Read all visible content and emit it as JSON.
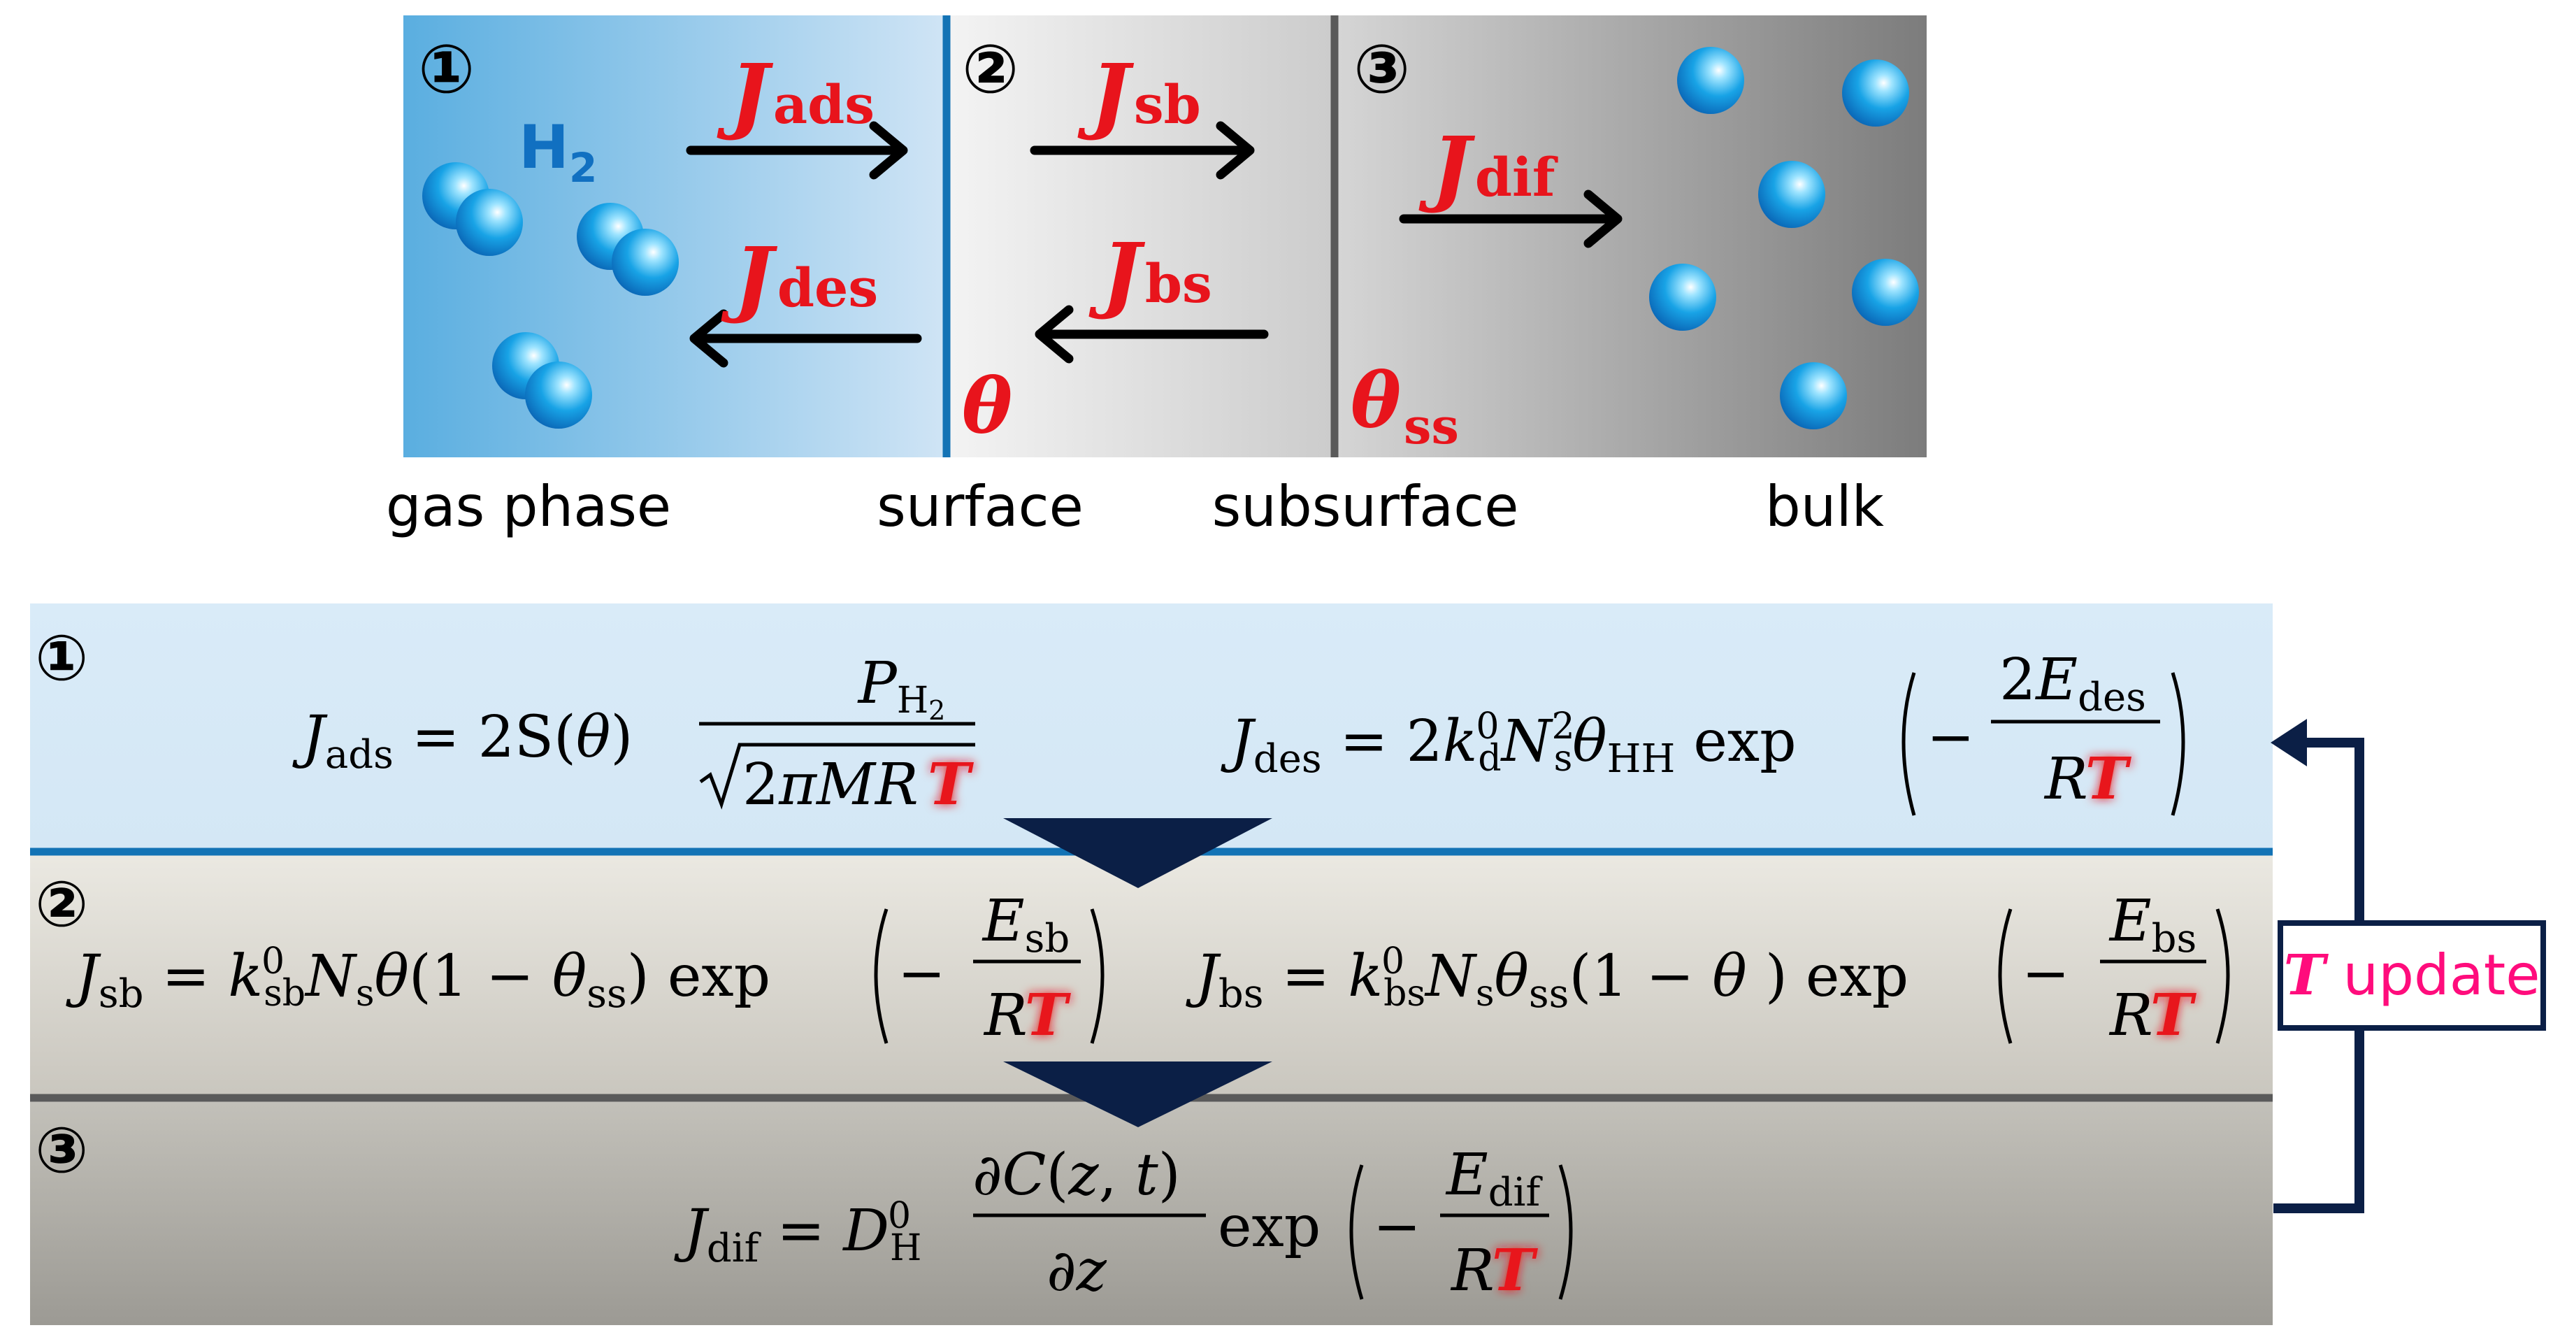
{
  "diagram": {
    "regions": {
      "r1": {
        "number": "①",
        "molecule_label": "H",
        "molecule_sub": "2"
      },
      "r2": {
        "number": "②",
        "coverage_symbol": "θ"
      },
      "r3": {
        "number": "③",
        "coverage_symbol": "θ",
        "coverage_sub": "ss"
      }
    },
    "fluxes": {
      "ads": {
        "symbol": "J",
        "sub": "ads"
      },
      "des": {
        "symbol": "J",
        "sub": "des"
      },
      "sb": {
        "symbol": "J",
        "sub": "sb"
      },
      "bs": {
        "symbol": "J",
        "sub": "bs"
      },
      "dif": {
        "symbol": "J",
        "sub": "dif"
      }
    },
    "phase_labels": {
      "gas": "gas phase",
      "surface": "surface",
      "subsurface": "subsurface",
      "bulk": "bulk"
    }
  },
  "equations": {
    "sec1": {
      "number": "①"
    },
    "sec2": {
      "number": "②"
    },
    "sec3": {
      "number": "③"
    },
    "feedback": {
      "symbol": "T",
      "label": " update"
    },
    "colors": {
      "flux_red": "#e8141c",
      "feedback_pink": "#ff0c7c",
      "navy": "#0b1f46",
      "surface_blue": "#1373b5"
    }
  }
}
